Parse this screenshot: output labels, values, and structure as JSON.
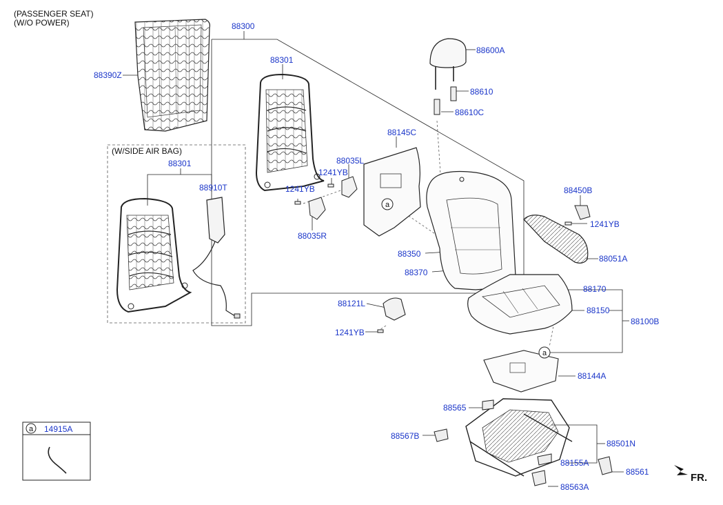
{
  "notes": {
    "line1": "(PASSENGER SEAT)",
    "line2": "(W/O POWER)",
    "airbag_box": "(W/SIDE AIR BAG)",
    "direction": "FR."
  },
  "legend": {
    "symbol": "a",
    "part": "14915A"
  },
  "callout_symbol": "a",
  "parts": {
    "p88390Z": "88390Z",
    "p88300": "88300",
    "p88301_top": "88301",
    "p88301_box": "88301",
    "p88910T": "88910T",
    "p1241YB_a": "1241YB",
    "p1241YB_b": "1241YB",
    "p88035L": "88035L",
    "p88035R": "88035R",
    "p88145C": "88145C",
    "p88600A": "88600A",
    "p88610": "88610",
    "p88610C": "88610C",
    "p88350": "88350",
    "p88370": "88370",
    "p88450B": "88450B",
    "p1241YB_c": "1241YB",
    "p88051A": "88051A",
    "p88170": "88170",
    "p88150": "88150",
    "p88100B": "88100B",
    "p88121L": "88121L",
    "p1241YB_d": "1241YB",
    "p88144A": "88144A",
    "p88565": "88565",
    "p88567B": "88567B",
    "p88501N": "88501N",
    "p88155A": "88155A",
    "p88561": "88561",
    "p88563A": "88563A"
  }
}
